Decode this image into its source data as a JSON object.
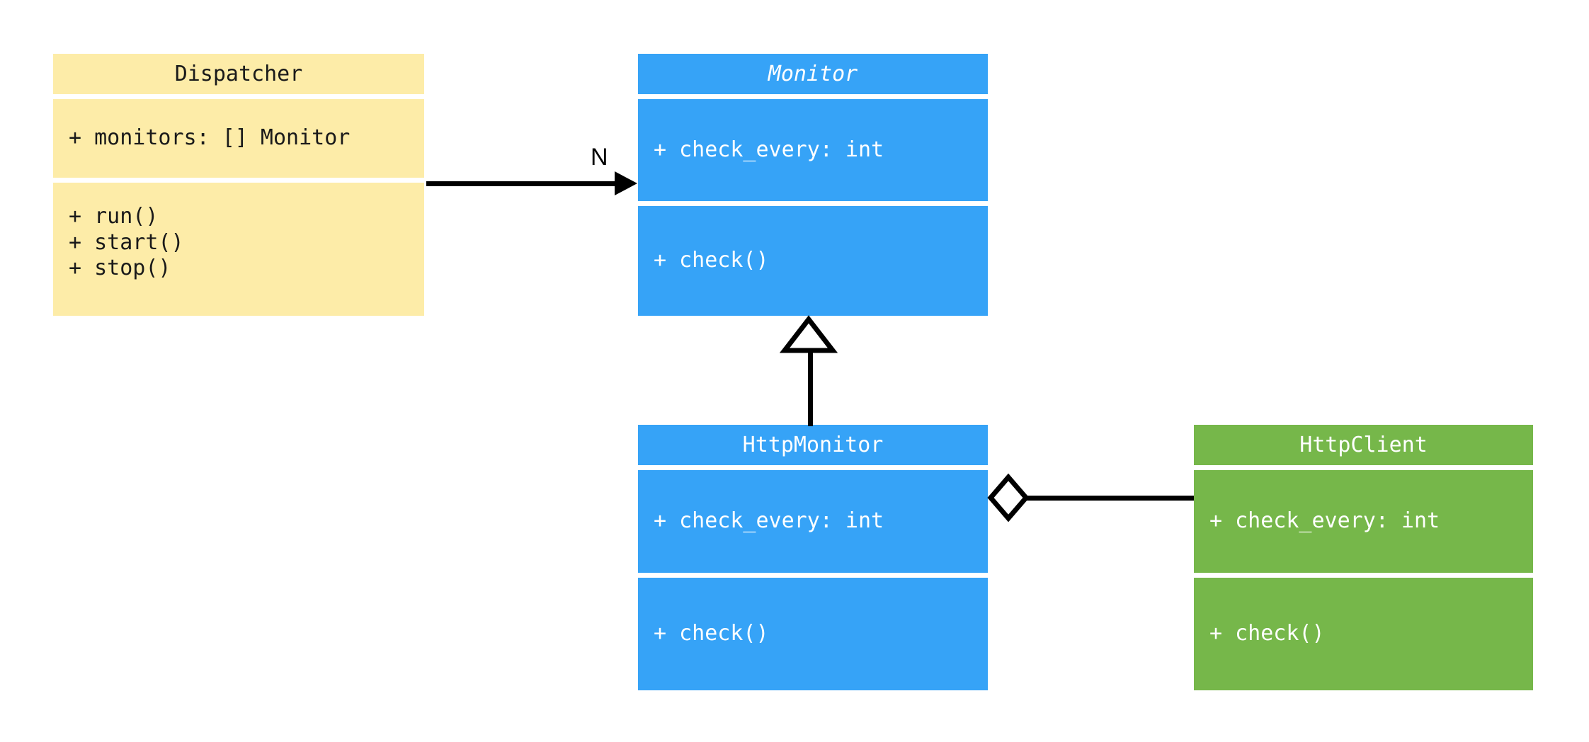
{
  "diagram": {
    "kind": "uml-class-diagram",
    "background": "#ffffff",
    "colors": {
      "dispatcher_fill": "#fdeca8",
      "dispatcher_ink": "#1a1a1a",
      "monitor_fill": "#36a3f7",
      "monitor_ink": "#ffffff",
      "httpmonitor_fill": "#36a3f7",
      "httpmonitor_ink": "#ffffff",
      "httpclient_fill": "#76b74a",
      "httpclient_ink": "#ffffff",
      "connector": "#000000"
    }
  },
  "classes": {
    "dispatcher": {
      "name": "Dispatcher",
      "stereotype": "concrete",
      "attributes": [
        "+ monitors: [] Monitor"
      ],
      "methods": [
        "+ run()",
        "+ start()",
        "+ stop()"
      ]
    },
    "monitor": {
      "name": "Monitor",
      "stereotype": "abstract",
      "attributes": [
        "+ check_every: int"
      ],
      "methods": [
        "+ check()"
      ]
    },
    "http_monitor": {
      "name": "HttpMonitor",
      "stereotype": "concrete",
      "attributes": [
        "+ check_every: int"
      ],
      "methods": [
        "+ check()"
      ]
    },
    "http_client": {
      "name": "HttpClient",
      "stereotype": "concrete",
      "attributes": [
        "+ check_every: int"
      ],
      "methods": [
        "+ check()"
      ]
    }
  },
  "relationships": {
    "dispatcher_to_monitor": {
      "type": "association",
      "from": "Dispatcher",
      "to": "Monitor",
      "multiplicity_label": "N",
      "arrow": "solid-filled-arrowhead"
    },
    "httpmonitor_to_monitor": {
      "type": "generalization",
      "from": "HttpMonitor",
      "to": "Monitor",
      "arrow": "hollow-triangle"
    },
    "httpmonitor_to_httpclient": {
      "type": "aggregation",
      "from": "HttpMonitor",
      "to": "HttpClient",
      "arrow": "hollow-diamond"
    }
  }
}
